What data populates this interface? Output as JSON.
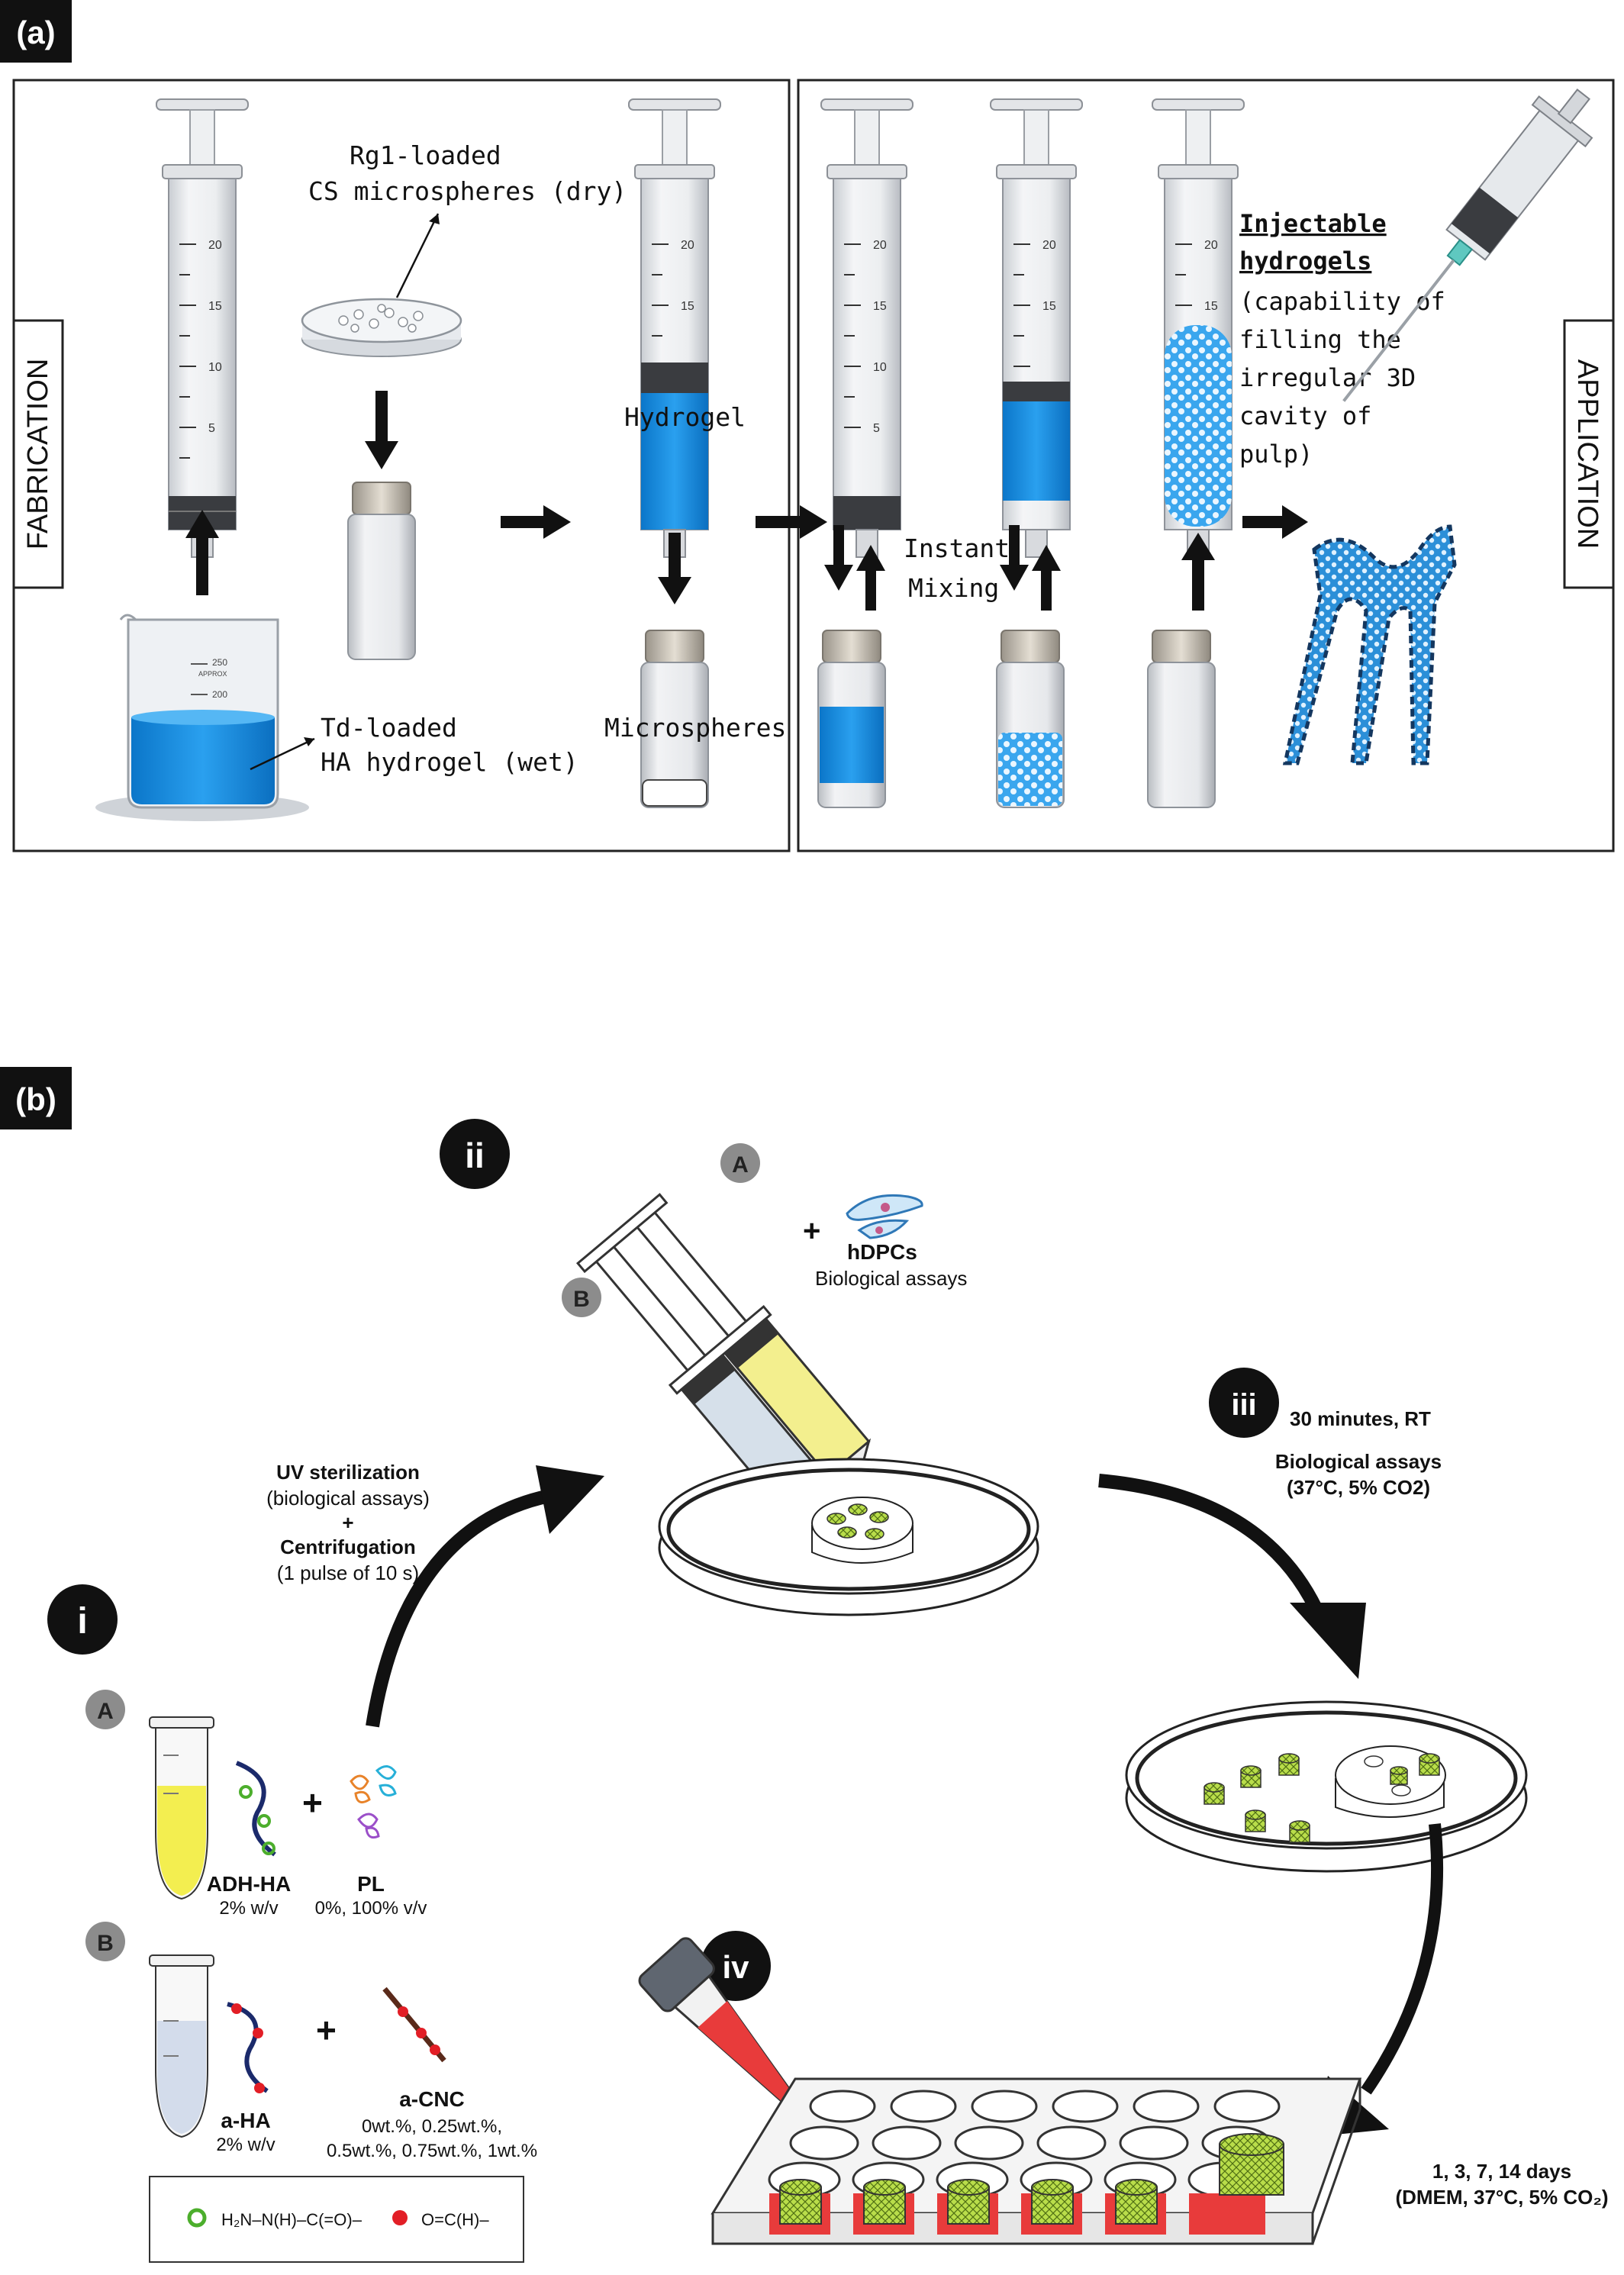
{
  "panel_a": {
    "tag": "(a)",
    "side_left": "FABRICATION",
    "side_right": "APPLICATION",
    "rg1_line1": "Rg1-loaded",
    "rg1_line2": "CS microspheres (dry)",
    "td_line1": "Td-loaded",
    "td_line2": "HA hydrogel (wet)",
    "hydrogel": "Hydrogel",
    "microspheres": "Microspheres",
    "mixing_line1": "Instant",
    "mixing_line2": "Mixing",
    "inj_title_1": "Injectable",
    "inj_title_2": "hydrogels",
    "inj_desc": [
      "(capability of",
      "filling the",
      "irregular 3D",
      "cavity of",
      "pulp)"
    ],
    "syringe_ticks": [
      "20",
      "15",
      "10",
      "5"
    ],
    "beaker_ticks": [
      "250",
      "200"
    ],
    "beaker_small": "APPROX"
  },
  "panel_b": {
    "tag": "(b)",
    "step_i": "i",
    "step_ii": "ii",
    "step_iii": "iii",
    "step_iv": "iv",
    "label_a": "A",
    "label_b": "B",
    "uv_1": "UV sterilization",
    "uv_2": "(biological assays)",
    "uv_3": "+",
    "uv_4": "Centrifugation",
    "uv_5": "(1 pulse of 10 s)",
    "hdpcs": "hDPCs",
    "bio_assays": "Biological assays",
    "iii_1": "30 minutes, RT",
    "iii_2": "Biological assays",
    "iii_3": "(37°C, 5% CO2)",
    "adh_ha": "ADH-HA",
    "adh_ha_conc": "2% w/v",
    "pl": "PL",
    "pl_conc": "0%, 100% v/v",
    "a_ha": "a-HA",
    "a_ha_conc": "2% w/v",
    "a_cnc": "a-CNC",
    "a_cnc_conc_1": "0wt.%, 0.25wt.%,",
    "a_cnc_conc_2": "0.5wt.%, 0.75wt.%, 1wt.%",
    "legend_hydrazide": "H₂N–N(H)–C(=O)–",
    "legend_aldehyde": "O=C(H)–",
    "days_1": "1, 3, 7, 14 days",
    "days_2": "(DMEM, 37°C, 5% CO₂)"
  }
}
